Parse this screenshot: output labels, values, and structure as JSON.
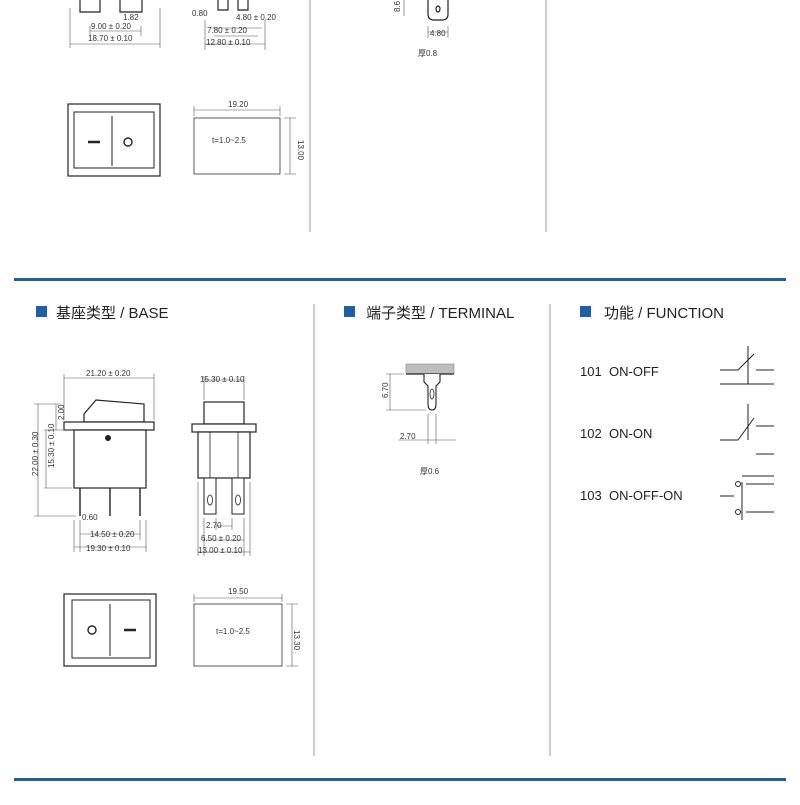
{
  "colors": {
    "accent": "#1f5fa8",
    "rule": "#1f5fa8",
    "ink": "#222222",
    "gray": "#9a9a9a"
  },
  "top": {
    "dims": [
      "9.00 ± 0.20",
      "18.70 ± 0.10",
      "4.80",
      "0.80",
      "4.80 ± 0.20",
      "7.80 ± 0.20",
      "12.80 ± 0.10"
    ],
    "left_label_a": "1.82",
    "terminal_height": "8.6",
    "terminal_width": "4.80",
    "terminal_thickness": "厚0.8",
    "panel_width": "19.20",
    "panel_height": "13.00",
    "panel_thickness": "t=1.0~2.5"
  },
  "sections": {
    "base": {
      "title": "基座类型 / BASE"
    },
    "terminal": {
      "title": "端子类型 / TERMINAL"
    },
    "function": {
      "title": "功能 / FUNCTION"
    }
  },
  "base": {
    "dims": {
      "width_top": "21.20 ± 0.20",
      "side_width_top": "15.30 ± 0.10",
      "height_total": "22.00 ± 0.30",
      "height_body": "15.30 ± 0.10",
      "cap": "2.00",
      "pin_thick": "0.60",
      "pin_span": "14.50 ± 0.20",
      "body_width": "19.30 ± 0.10",
      "pin_gap": "2.70",
      "side_pins": "6.50 ± 0.20",
      "side_width": "13.00 ± 0.10"
    },
    "panel_width": "19.50",
    "panel_height": "13.30",
    "panel_thickness": "t=1.0~2.5"
  },
  "terminal": {
    "height": "6.70",
    "width": "2.70",
    "thickness": "厚0.6"
  },
  "functions": [
    {
      "code": "101",
      "name": "ON-OFF"
    },
    {
      "code": "102",
      "name": "ON-ON"
    },
    {
      "code": "103",
      "name": "ON-OFF-ON"
    }
  ]
}
